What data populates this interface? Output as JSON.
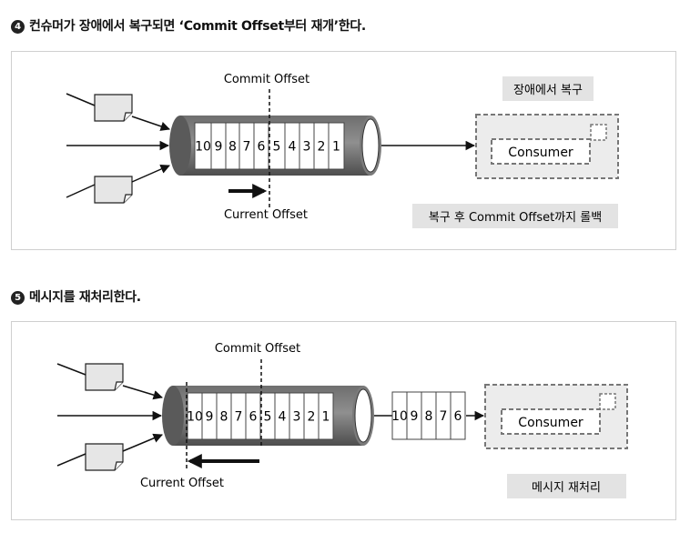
{
  "sections": [
    {
      "number": "4",
      "heading": "컨슈머가 장애에서 복구되면 ‘Commit Offset부터 재개’한다.",
      "commit_offset_label": "Commit Offset",
      "current_offset_label": "Current Offset",
      "queue_cells": [
        "10",
        "9",
        "8",
        "7",
        "6",
        "5",
        "4",
        "3",
        "2",
        "1"
      ],
      "consumer_label": "Consumer",
      "status_label": "장애에서 복구",
      "note_label": "복구 후 Commit Offset까지 롤백"
    },
    {
      "number": "5",
      "heading": "메시지를 재처리한다.",
      "commit_offset_label": "Commit Offset",
      "current_offset_label": "Current Offset",
      "queue_cells": [
        "10",
        "9",
        "8",
        "7",
        "6",
        "5",
        "4",
        "3",
        "2",
        "1"
      ],
      "transit_cells": [
        "10",
        "9",
        "8",
        "7",
        "6"
      ],
      "consumer_label": "Consumer",
      "note_label": "메시지 재처리"
    }
  ]
}
